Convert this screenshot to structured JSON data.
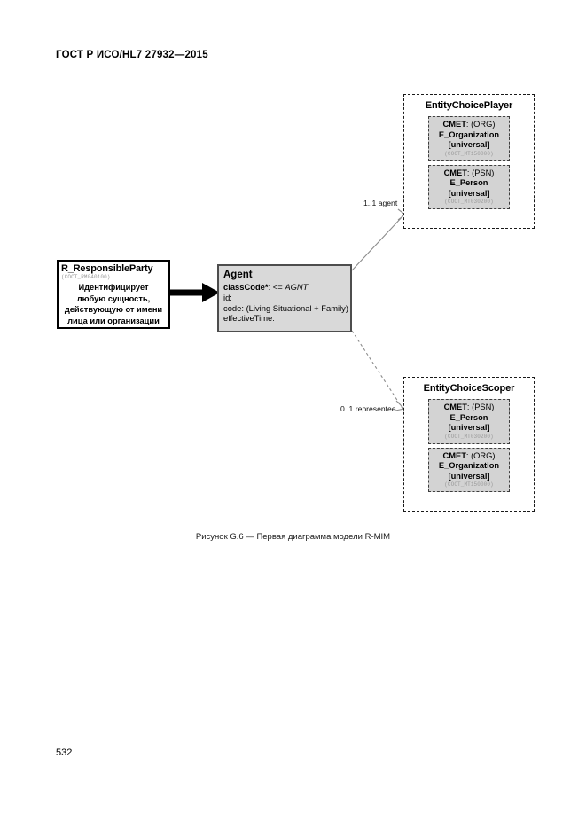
{
  "page": {
    "header": "ГОСТ Р ИСО/HL7 27932—2015",
    "number": "532",
    "caption": "Рисунок G.6 — Первая диаграмма модели R-MIM"
  },
  "diagram": {
    "responsible_party": {
      "title": "R_ResponsibleParty",
      "code": "(COCT_RM040100)",
      "description_lines": [
        "Идентифицирует",
        "любую сущность,",
        "действующую от имени",
        "лица или организации"
      ]
    },
    "agent": {
      "title": "Agent",
      "attributes": [
        {
          "name": "classCode",
          "star": "*",
          "sep": ": <= ",
          "value": "AGNT",
          "bold_name": true,
          "italic_value": true
        },
        {
          "name": "id",
          "star": "",
          "sep": ":",
          "value": "",
          "bold_name": false,
          "italic_value": false
        },
        {
          "name": "code",
          "star": "",
          "sep": ": ",
          "value": "(Living Situational + Family)",
          "bold_name": false,
          "italic_value": false
        },
        {
          "name": "effectiveTime",
          "star": "",
          "sep": ":",
          "value": "",
          "bold_name": false,
          "italic_value": false
        }
      ]
    },
    "player": {
      "title": "EntityChoicePlayer",
      "cmets": [
        {
          "label": "CMET",
          "kind": "(ORG)",
          "entity": "E_Organization",
          "scope": "[universal]",
          "code": "(COCT_MT150000)"
        },
        {
          "label": "CMET",
          "kind": "(PSN)",
          "entity": "E_Person",
          "scope": "[universal]",
          "code": "(COCT_MT030200)"
        }
      ]
    },
    "scoper": {
      "title": "EntityChoiceScoper",
      "cmets": [
        {
          "label": "CMET",
          "kind": "(PSN)",
          "entity": "E_Person",
          "scope": "[universal]",
          "code": "(COCT_MT030200)"
        },
        {
          "label": "CMET",
          "kind": "(ORG)",
          "entity": "E_Organization",
          "scope": "[universal]",
          "code": "(COCT_MT150000)"
        }
      ]
    },
    "edges": {
      "agent_label": "1..1 agent",
      "representee_label": "0..1 representee"
    },
    "colors": {
      "class_fill": "#d9d9d9",
      "cmet_fill": "#d3d3d3",
      "code_text": "#9a9a9a",
      "connector": "#8c8c8c",
      "border_dark": "#1a1a1a"
    }
  }
}
